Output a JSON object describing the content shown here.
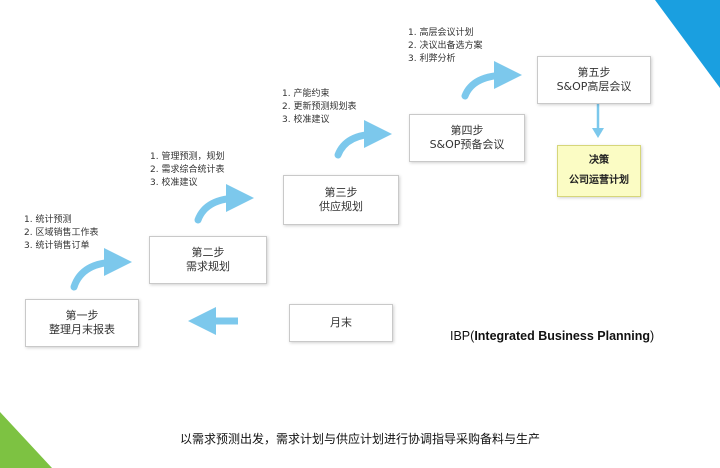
{
  "steps": [
    {
      "line1": "第一步",
      "line2": "整理月末报表"
    },
    {
      "line1": "第二步",
      "line2": "需求规划"
    },
    {
      "line1": "第三步",
      "line2": "供应规划"
    },
    {
      "line1": "第四步",
      "line2": "S&OP预备会议"
    },
    {
      "line1": "第五步",
      "line2": "S&OP高层会议"
    }
  ],
  "month_end": "月末",
  "notes": [
    [
      "1. 统计预测",
      "2. 区域销售工作表",
      "3. 统计销售订单"
    ],
    [
      "1. 管理预测，规划",
      "2. 需求综合统计表",
      "3. 校准建议"
    ],
    [
      "1. 产能约束",
      "2. 更新预测规划表",
      "3. 校准建议"
    ],
    [
      "1. 高层会议计划",
      "2. 决议出备选方案",
      "3. 利弊分析"
    ]
  ],
  "decision": {
    "line1": "决策",
    "line2": "公司运营计划"
  },
  "ibp": {
    "prefix": "IBP(",
    "bold": "Integrated Business Planning",
    "suffix": ")"
  },
  "caption": "以需求预测出发，需求计划与供应计划进行协调指导采购备料与生产",
  "colors": {
    "arrow": "#7cc8ec",
    "decision_fill": "#fbfcc4",
    "corner_green": "#7dc242",
    "corner_blue": "#1a9fe0"
  }
}
